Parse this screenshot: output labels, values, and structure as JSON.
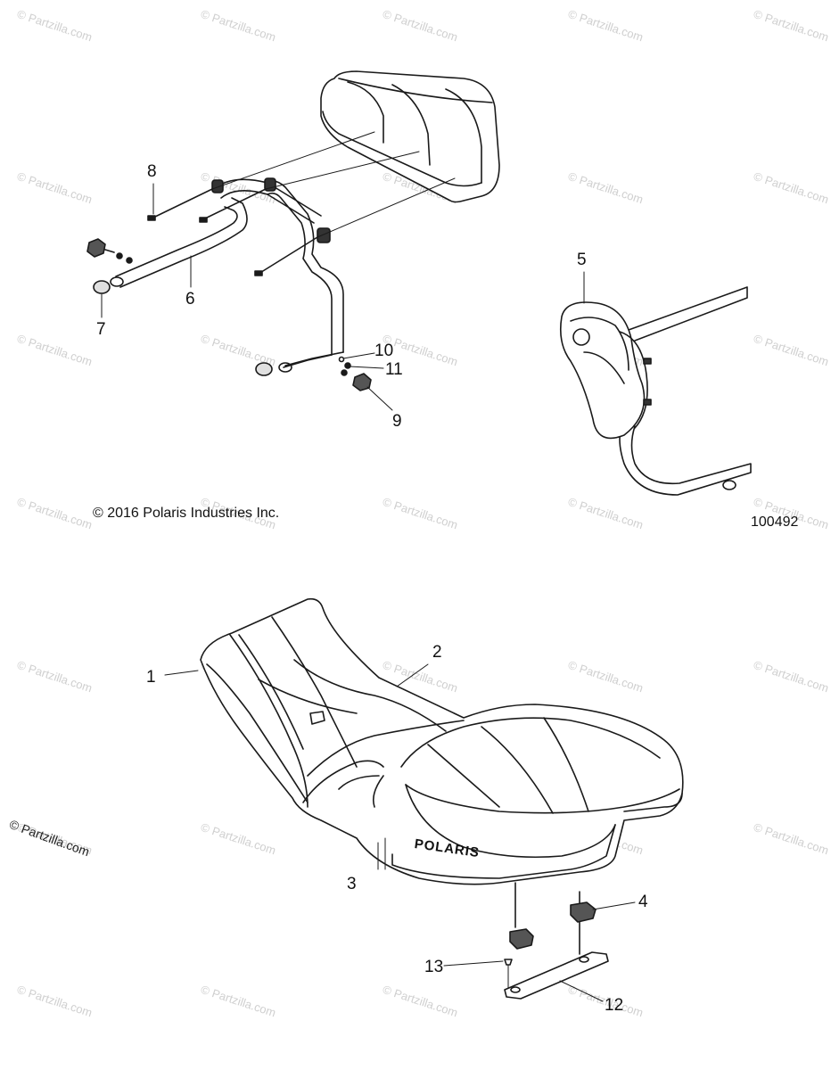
{
  "copyright": "© 2016 Polaris Industries Inc.",
  "diagram_id": "100492",
  "brand_mark": "POLARIS",
  "watermark": "© Partzilla.com",
  "watermark_side": "© Partzilla.com",
  "callouts": [
    "1",
    "2",
    "3",
    "4",
    "5",
    "6",
    "7",
    "8",
    "9",
    "10",
    "11",
    "12",
    "13"
  ]
}
